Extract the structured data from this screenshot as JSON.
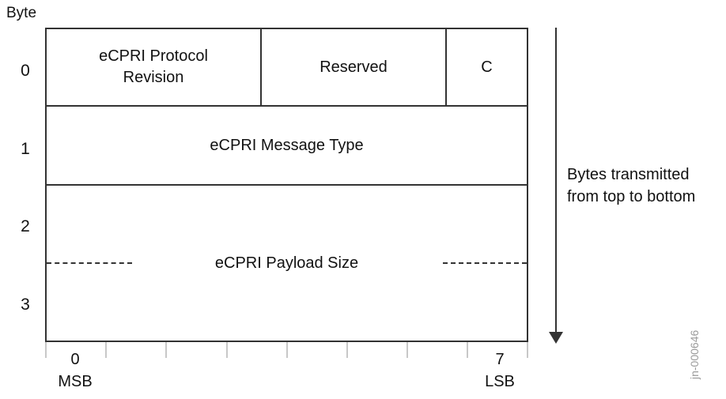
{
  "diagram": {
    "byte_header": "Byte",
    "byte_numbers": [
      "0",
      "1",
      "2",
      "3"
    ],
    "fields": {
      "protocol_revision": "eCPRI Protocol Revision",
      "reserved": "Reserved",
      "c_flag": "C",
      "message_type": "eCPRI Message Type",
      "payload_size": "eCPRI Payload Size"
    },
    "bit_axis": {
      "first_bit": "0",
      "first_bit_label": "MSB",
      "last_bit": "7",
      "last_bit_label": "LSB"
    },
    "transmission_note": "Bytes transmitted from top to bottom",
    "figure_id": "jn-000646"
  }
}
